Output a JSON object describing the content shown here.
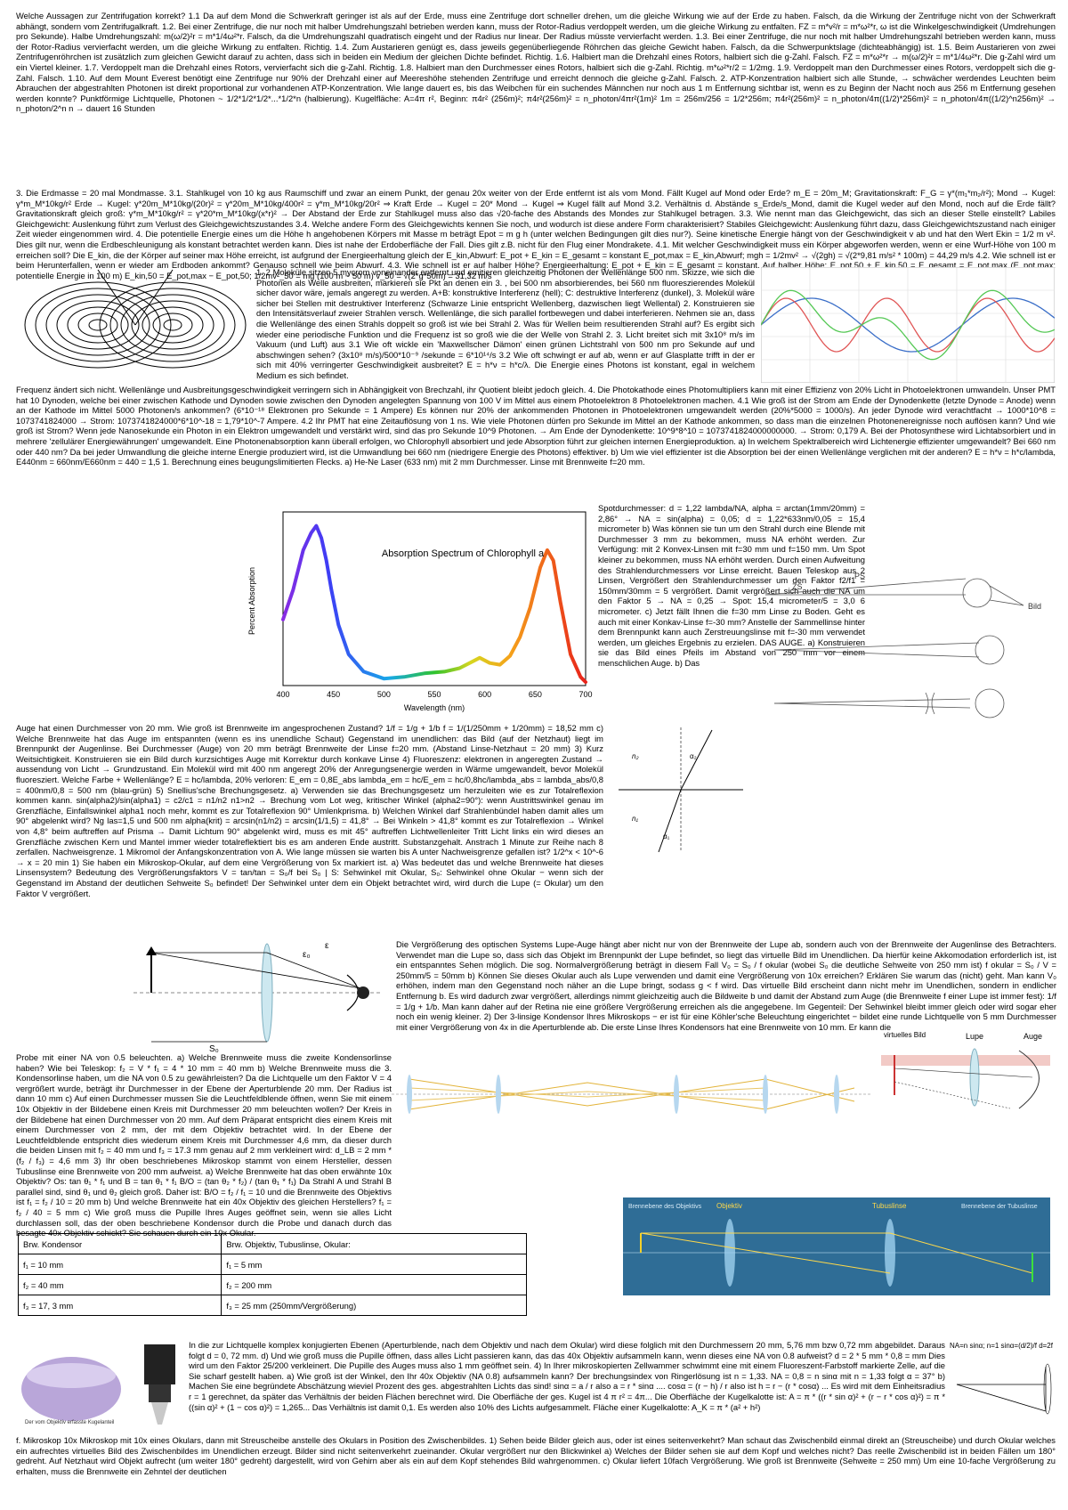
{
  "blocks": {
    "b1": "Welche Aussagen zur Zentrifugation korrekt? 1.1 Da auf dem Mond die Schwerkraft geringer ist als auf der Erde, muss eine Zentrifuge dort schneller drehen, um die gleiche Wirkung wie auf der Erde zu haben. Falsch, da die Wirkung der Zentrifuge nicht von der Schwerkraft abhängt, sondern vom Zentrifugalkraft. 1.2. Bei einer Zentrifuge, die nur noch mit halber Umdrehungszahl betrieben werden kann, muss der Rotor-Radius verdoppelt werden, um die gleiche Wirkung zu entfalten. FZ = m*v²/r = m*ω²*r, ω ist die Winkelgeschwindigkeit (Umdrehungen pro Sekunde). Halbe Umdrehungszahl: m(ω/2)²r = m*1/4ω²*r. Falsch, da die Umdrehungszahl quadratisch eingeht und der Radius nur linear. Der Radius müsste vervierfacht werden. 1.3. Bei einer Zentrifuge, die nur noch mit halber Umdrehungszahl betrieben werden kann, muss der Rotor-Radius vervierfacht werden, um die gleiche Wirkung zu entfalten. Richtig. 1.4. Zum Austarieren genügt es, dass jeweils gegenüberliegende Röhrchen das gleiche Gewicht haben. Falsch, da die Schwerpunktslage (dichteabhängig) ist. 1.5. Beim Austarieren von zwei Zentrifugenröhrchen ist zusätzlich zum gleichen Gewicht darauf zu achten, dass sich in beiden ein Medium der gleichen Dichte befindet. Richtig. 1.6. Halbiert man die Drehzahl eines Rotors, halbiert sich die g-Zahl. Falsch. FZ = m*ω²*r → m(ω/2)²r = m*1/4ω²*r. Die g-Zahl wird um ein Viertel kleiner. 1.7. Verdoppelt man die Drehzahl eines Rotors, vervierfacht sich die g-Zahl. Richtig. 1.8. Halbiert man den Durchmesser eines Rotors, halbiert sich die g-Zahl. Richtig. m*ω²*r/2 = 1/2mg. 1.9. Verdoppelt man den Durchmesser eines Rotors, verdoppelt sich die g-Zahl. Falsch. 1.10. Auf dem Mount Everest benötigt eine Zentrifuge nur 90% der Drehzahl einer auf Meereshöhe stehenden Zentrifuge und erreicht dennoch die gleiche g-Zahl. Falsch. 2. ATP-Konzentration halbiert sich alle Stunde, → schwächer werdendes Leuchten beim Abrauchen der abgestrahlten Photonen ist direkt proportional zur vorhandenen ATP-Konzentration. Wie lange dauert es, bis das Weibchen für ein suchendes Männchen nur noch aus 1 m Entfernung sichtbar ist, wenn es zu Beginn der Nacht noch aus 256 m Entfernung gesehen werden konnte? Punktförmige Lichtquelle, Photonen ~ 1/2*1/2*1/2*...*1/2*n (halbierung). Kugelfläche: A=4π r², Beginn: π4r² (256m)²; π4r²(256m)² = n_photon/4πr²(1m)² 1m = 256m/256 = 1/2*256m; π4r²(256m)² = n_photon/4π((1/2)*256m)² = n_photon/4π((1/2)^n256m)² → n_photon/2^n n → dauert 16 Stunden",
    "b2": "3. Die Erdmasse = 20 mal Mondmasse. 3.1. Stahlkugel von 10 kg aus Raumschiff und zwar an einem Punkt, der genau 20x weiter von der Erde entfernt ist als vom Mond. Fällt Kugel auf Mond oder Erde? m_E = 20m_M; Gravitationskraft: F_G = γ*(m₁*m₂/r²); Mond → Kugel: γ*m_M*10kg/r² Erde → Kugel: γ*20m_M*10kg/(20r)² = γ*20m_M*10kg/400r² = γ*m_M*10kg/20r² ⇒ Kraft Erde → Kugel = 20* Mond → Kugel ⇒ Kugel fällt auf Mond 3.2. Verhältnis d. Abstände s_Erde/s_Mond, damit die Kugel weder auf den Mond, noch auf die Erde fällt? Gravitationskraft gleich groß: γ*m_M*10kg/r² = γ*20*m_M*10kg/(x*r)² → Der Abstand der Erde zur Stahlkugel muss also das √20-fache des Abstands des Mondes zur Stahlkugel betragen. 3.3. Wie nennt man das Gleichgewicht, das sich an dieser Stelle einstellt? Labiles Gleichgewicht: Auslenkung führt zum Verlust des Gleichgewichtszustandes 3.4. Welche andere Form des Gleichgewichts kennen Sie noch, und wodurch ist diese andere Form charakterisiert? Stabiles Gleichgewicht: Auslenkung führt dazu, dass Gleichgewichtszustand nach einiger Zeit wieder eingenommen wird. 4. Die potentielle Energie eines um die Höhe h angehobenen Körpers mit Masse m beträgt Epot = m g h (unter welchen Bedingungen gilt dies nur?). Seine kinetische Energie hängt von der Geschwindigkeit v ab und hat den Wert Ekin = 1/2 m v². Dies gilt nur, wenn die Erdbeschleunigung als konstant betrachtet werden kann. Dies ist nahe der Erdoberfläche der Fall. Dies gilt z.B. nicht für den Flug einer Mondrakete. 4.1. Mit welcher Geschwindigkeit muss ein Körper abgeworfen werden, wenn er eine Wurf-Höhe von 100 m erreichen soll? Die E_kin, die der Körper auf seiner max Höhe erreicht, ist aufgrund der Energieerhaltung gleich der E_kin,Abwurf: E_pot + E_kin = E_gesamt = konstant E_pot,max = E_kin,Abwurf; mgh = 1/2mv² → √(2gh) = √(2*9,81 m/s² * 100m) = 44,29 m/s 4.2. Wie schnell ist er beim Herunterfallen, wenn er wieder am Erdboden ankommt? Genauso schnell wie beim Abwurf. 4.3. Wie schnell ist er auf halber Höhe? Energieerhaltung: E_pot + E_kin = E_gesamt = konstant. Auf halber Höhe: E_pot,50 + E_kin,50 = E_gesamt = E_pot,max (E_pot,max: potentielle Energie in 100 m) E_kin,50 = E_pot,max − E_pot,50; 1/2mv²_50 = mg (100 m − 50 m) v_50 = √(2*g*50m) = 31,32 m/s",
    "b3": "1. 2 Moleküle sitzen 5 mycrom voneinander entfernt und emitieren gleichzeitig Photonen der Wellenlänge 500 nm. Skizze, wie sich die Photonen als Welle ausbreiten, markieren sie Pkt an denen ein 3. , bei 500 nm absorbierendes, bei 560 nm fluoreszierendes Molekül sicher davor wäre, jemals angeregt zu werden. A+B: konstruktive Interferenz (hell); C: destruktive Interferenz (dunkel), 3. Molekül wäre sicher bei Stellen mit destruktiver Interferenz (Schwarze Linie entspricht Wellenberg, dazwischen liegt Wellental) 2. Konstruieren sie den Intensitätsverlauf zweier Strahlen versch. Wellenlänge, die sich parallel fortbewegen und dabei interferieren. Nehmen sie an, dass die Wellenlänge des einen Strahls doppelt so groß ist wie bei Strahl 2. Was für Wellen beim resultierenden Strahl auf? Es ergibt sich wieder eine periodische Funktion und die Frequenz ist so groß wie die der Welle von Strahl 2. 3. Licht breitet sich mit 3x10⁸ m/s im Vakuum (und Luft) aus 3.1 Wie oft wickle ein 'Maxwellscher Dämon' einen grünen Lichtstrahl von 500 nm pro Sekunde auf und abschwingen sehen? (3x10⁸ m/s)/500*10⁻⁹ /sekunde = 6*10¹⁴/s 3.2 Wie oft schwingt er auf ab, wenn er auf Glasplatte trifft in der er sich mit 40% verringerter Geschwindigkeit ausbreitet? E = h*ν = h*c/λ. Die Energie eines Photons ist konstant, egal in welchem Medium es sich befindet.",
    "b4": "Frequenz ändert sich nicht. Wellenlänge und Ausbreitungsgeschwindigkeit verringern sich in Abhängigkeit von Brechzahl, ihr Quotient bleibt jedoch gleich. 4. Die Photokathode eines Photomultipliers kann mit einer Effizienz von 20% Licht in Photoelektronen umwandeln. Unser PMT hat 10 Dynoden, welche bei einer zwischen Kathode und Dynoden sowie zwischen den Dynoden angelegten Spannung von 100 V im Mittel aus einem Photoelektron 8 Photoelektronen machen. 4.1 Wie groß ist der Strom am Ende der Dynodenkette (letzte Dynode = Anode) wenn an der Kathode im Mittel 5000 Photonen/s ankommen? (6*10⁻¹⁸ Elektronen pro Sekunde = 1 Ampere) Es können nur 20% der ankommenden Photonen in Photoelektronen umgewandelt werden (20%*5000 = 1000/s). An jeder Dynode wird verachtfacht → 1000*10^8 = 1073741824000 → Strom: 1073741824000*6*10^-18 = 1,79*10^-7 Ampere. 4.2 Ihr PMT hat eine Zeitauflösung von 1 ns. Wie viele Photonen dürfen pro Sekunde im Mittel an der Kathode ankommen, so dass man die einzelnen Photonenereignisse noch auflösen kann? Und wie groß ist Strom? Wenn jede Nanosekunde ein Photon in ein Elektron umgewandelt und verstärkt wird, sind das pro Sekunde 10^9 Photonen. → Am Ende der Dynodenkette: 10^9*8^10 = 1073741824000000000. → Strom: 0,179 A. Bei der Photosynthese wird Lichtabsorbiert und in mehrere 'zellulärer Energiewährungen' umgewandelt. Eine Photonenabsorption kann überall erfolgen, wo Chlorophyll absorbiert und jede Absorption führt zur gleichen internen Energieproduktion. a) In welchem Spektralbereich wird Lichtenergie effizienter umgewandelt? Bei 660 nm oder 440 nm? Da bei jeder Umwandlung die gleiche interne Energie produziert wird, ist die Umwandlung bei 660 nm (niedrigere Energie des Photons) effektiver. b) Um wie viel effizienter ist die Absorption bei der einen Wellenlänge verglichen mit der anderen? E = h*ν = h*c/lambda, E440nm = 660nm/E660nm = 440 = 1,5 1. Berechnung eines beugungslimitierten Flecks. a) He-Ne Laser (633 nm) mit 2 mm Durchmesser. Linse mit Brennweite f=20 mm.",
    "b5": "Spotdurchmesser: d = 1,22 lambda/NA, alpha = arctan(1mm/20mm) = 2,86° → NA = sin(alpha) = 0,05; d = 1,22*633nm/0,05 = 15,4 micrometer b) Was können sie tun um den Strahl durch eine Blende mit Durchmesser 3 mm zu bekommen, muss NA erhöht werden. Zur Verfügung: mit 2 Konvex-Linsen mit f=30 mm und f=150 mm. Um Spot kleiner zu bekommen, muss NA erhöht werden. Durch einen Aufweitung des Strahlendurchmessers vor Linse erreicht. Bauen Teleskop aus 2 Linsen, Vergrößert den Strahlendurchmesser um den Faktor f2/f1 = 150mm/30mm = 5 vergrößert. Damit vergrößert sich auch die NA um den Faktor 5 → NA = 0,25 → Spot: 15,4 micrometer/5 = 3,0 6 micrometer. c) Jetzt fällt Ihnen die f=30 mm Linse zu Boden. Geht es auch mit einer Konkav-Linse f=-30 mm? Anstelle der Sammellinse hinter dem Brennpunkt kann auch Zerstreuungslinse mit f=-30 mm verwendet werden, um gleiches Ergebnis zu erzielen. DAS AUGE. a) Konstruieren sie das Bild eines Pfeils im Abstand von 250 mm vor einem menschlichen Auge. b) Das",
    "b6": "Auge hat einen Durchmesser von 20 mm. Wie groß ist Brennweite im angesprochenen Zustand? 1/f = 1/g + 1/b f = 1/(1/250mm + 1/20mm) = 18,52 mm c) Welche Brennweite hat das Auge im entspannten (wenn es ins unendliche Schaut) Gegenstand im unendlichen: das Bild (auf der Netzhaut) liegt im Brennpunkt der Augenlinse. Bei Durchmesser (Auge) von 20 mm beträgt Brennweite der Linse f=20 mm. (Abstand Linse-Netzhaut = 20 mm) 3) Kurz Weitsichtigkeit. Konstruieren sie ein Bild durch kurzsichtiges Auge mit Korrektur durch konkave Linse 4) Fluoreszenz: elektronen in angeregten Zustand → aussendung von Licht → Grundzustand. Ein Molekül wird mit 400 nm angeregt 20% der Anregungsenergie werden in Wärme umgewandelt, bevor Molekül fluoresziert. Welche Farbe + Wellenlänge? E = hc/lambda, 20% verloren: E_em = 0,8E_abs lambda_em = hc/E_em = hc/0,8hc/lambda_abs = lambda_abs/0,8 = 400nm/0,8 = 500 nm (blau-grün) 5) Snellius'sche Brechungsgesetz. a) Verwenden sie das Brechungsgesetz um herzuleiten wie es zur Totalreflexion kommen kann. sin(alpha2)/sin(alpha1) = c2/c1 = n1/n2 n1>n2 → Brechung vom Lot weg, kritischer Winkel (alpha2=90°): wenn Austrittswinkel genau im Grenzfläche, Einfallswinkel alpha1 noch mehr, kommt es zur Totalreflexion 90° Umlenkprisma. b) Welchen Winkel darf Strahlenbündel haben damit alles um 90° abgelenkt wird? Ng las=1,5 und 500 nm alpha(krit) = arcsin(n1/n2) = arcsin(1/1,5) = 41,8° → Bei Winkeln > 41,8° kommt es zur Totalreflexion → Winkel von 4,8° beim auftreffen auf Prisma → Damit Lichtum 90° abgelenkt wird, muss es mit 45° auftreffen Lichtwellenleiter Tritt Licht links ein wird dieses an Grenzfläche zwischen Kern und Mantel immer wieder totalreflektiert bis es am anderen Ende austritt. Substanzgehalt. Anstrach 1 Minute zur Reihe nach 8 zerfallen. Nachweisgrenze. 1 Mikromol der Anfangskonzentration von A. Wie lange müssen sie warten bis A unter Nachweisgrenze gefallen ist? 1/2^x < 10^-6 → x = 20 min 1) Sie haben ein Mikroskop-Okular, auf dem eine Vergrößerung von 5x markiert ist. a) Was bedeutet das und welche Brennweite hat dieses Linsensystem? Bedeutung des Vergrößerungsfaktors V = tan/tan = S₀/f bei S₀ | S: Sehwinkel mit Okular, S₀: Sehwinkel ohne Okular − wenn sich der Gegenstand im Abstand der deutlichen Sehweite S₀ befindet! Der Sehwinkel unter dem ein Objekt betrachtet wird, wird durch die Lupe (= Okular) um den Faktor V vergrößert.",
    "b7": "Die Vergrößerung des optischen Systems Lupe-Auge hängt aber nicht nur von der Brennweite der Lupe ab, sondern auch von der Brennweite der Augenlinse des Betrachters. Verwendet man die Lupe so, dass sich das Objekt im Brennpunkt der Lupe befindet, so liegt das virtuelle Bild im Unendlichen. Da hierfür keine Akkomodation erforderlich ist, ist ein entspanntes Sehen möglich. Die sog. Normalvergrößerung beträgt in diesem Fall V₀ = S₀ / f okular (wobei S₀ die deutliche Sehweite von 250 mm ist) f okular = S₀ / V = 250mm/5 = 50mm b) Können Sie dieses Okular auch als Lupe verwenden und damit eine Vergrößerung von 10x erreichen? Erklären Sie warum das (nicht) geht. Man kann V₀ erhöhen, indem man den Gegenstand noch näher an die Lupe bringt, sodass g < f wird. Das virtuelle Bild erscheint dann nicht mehr im Unendlichen, sondern in endlicher Entfernung b. Es wird dadurch zwar vergrößert, allerdings nimmt gleichzeitig auch die Bildweite b und damit der Abstand zum Auge (die Brennweite f einer Lupe ist immer fest): 1/f = 1/g + 1/b. Man kann daher auf der Retina nie eine größere Vergrößerung erreichen als die angegebene. Im Gegenteil: Der Sehwinkel bleibt immer gleich oder wird sogar eher noch ein wenig kleiner. 2) Der 3-linsige Kondensor Ihres Mikroskops − er ist für eine Köhler'sche Beleuchtung eingerichtet − bildet eine runde Lichtquelle von 5 mm Durchmesser mit einer Vergrößerung von 4x in die Aperturblende ab. Die erste Linse Ihres Kondensors hat eine Brennweite von 10 mm. Er kann die",
    "b8": "Probe mit einer NA von 0.5 beleuchten. a) Welche Brennweite muss die zweite Kondensorlinse haben? Wie bei Teleskop: f₂ = V * f₁ = 4 * 10 mm = 40 mm b) Welche Brennweite muss die 3. Kondensorlinse haben, um die NA von 0.5 zu gewährleisten? Da die Lichtquelle um den Faktor V = 4 vergrößert wurde, beträgt ihr Durchmesser in der Ebene der Aperturblende 20 mm. Der Radius ist dann 10 mm c) Auf einen Durchmesser mussen Sie die Leuchtfeldblende öffnen, wenn Sie mit einem 10x Objektiv in der Bildebene einen Kreis mit Durchmesser 20 mm beleuchten wollen? Der Kreis in der Bildebene hat einen Durchmesser von 20 mm. Auf dem Präparat entspricht dies einem Kreis mit einem Durchmesser von 2 mm, der mit dem Objektiv betrachtet wird. In der Ebene der Leuchtfeldblende entspricht dies wiederum einem Kreis mit Durchmesser 4,6 mm, da dieser durch die beiden Linsen mit f₂ = 40 mm und f₃ = 17.3 mm genau auf 2 mm verkleinert wird: d_LB = 2 mm * (f₂ / f₃) = 4,6 mm 3) Ihr oben beschriebenes Mikroskop stammt von einem Hersteller, dessen Tubuslinse eine Brennweite von 200 mm aufweist. a) Welche Brennweite hat das oben erwähnte 10x Objektiv? Os: tan θ₁ * f₁ und B = tan θ₁ * f₁ B/O = (tan θ₂ * f₂) / (tan θ₁ * f₁) Da Strahl A und Strahl B parallel sind, sind θ₁ und θ₂ gleich groß. Daher ist: B/O = f₂ / f₁ = 10 und die Brennweite des Objektivs ist f₁ = f₂ / 10 = 20 mm b) Und welche Brennweite hat ein 40x Objektiv des gleichen Herstellers? f₁ = f₂ / 40 = 5 mm c) Wie groß muss die Pupille Ihres Auges geöffnet sein, wenn sie alles Licht durchlassen soll, das der oben beschriebene Kondensor durch die Probe und danach durch das besagte 40x Objektiv schickt? Sie schauen durch ein 10x Okular.",
    "b9": "In die zur Lichtquelle komplex konjugierten Ebenen (Aperturblende, nach dem Objektiv und nach dem Okular) wird diese folglich mit den Durchmessern 20 mm, 5,76 mm bzw 0,72 mm abgebildet. Daraus folgt d = 0, 72 mm. d) Und wie groß muss die Pupille öffnen, dass alles Licht passieren kann, das das 40x Objektiv aufsammeln kann, wenn dieses eine NA von 0.8 aufweist? d = 2 * 5 mm * 0,8 = mm Dies wird um den Faktor 25/200 verkleinert. Die Pupille des Auges muss also 1 mm geöffnet sein. 4) In Ihrer mikroskopierten Zellwammer schwimmt eine mit einem Fluoreszent-Farbstoff markierte Zelle, auf die Sie scharf gestellt haben. a) Wie groß ist der Winkel, den Ihr 40x Objektiv (NA 0.8) aufsammeln kann? Der brechungsindex von Ringerlösung ist n = 1,33. NA = 0,8 = n sinα mit n = 1,33 folgt α = 37° b) Machen Sie eine begründete Abschätzung wieviel Prozent des ges. abgestrahlten Lichts das sind! sinα = a / r also a = r * sinα .... cosα = (r − h) / r also ist h = r − (r * cosα) ... Es wird mit dem Einheitsradius r = 1 gerechnet, da später das Verhältnis der beiden Flächen berechnet wird. Die Oberfläche der ges. Kugel ist 4 π r² = 4π... Die Oberfläche der Kugelkalotte ist: A = π * ((r * sin α)² + (r − r * cos α)²) = π * ((sin α)² + (1 − cos α)²) = 1,265... Das Verhältnis ist damit 0,1. Es werden also 10% des Lichts aufgesammelt. Fläche einer Kugelkalotte: A_K = π * (a² + h²)",
    "b10": "f. Mikroskop 10x Mikroskop mit 10x eines Okulars, dann mit Streuscheibe anstelle des Okulars in Position des Zwischenbildes. 1) Sehen beide Bilder gleich aus, oder ist eines seitenverkehrt? Man schaut das Zwischenbild einmal direkt an (Streuscheibe) und durch Okular welches ein aufrechtes virtuelles Bild des Zwischenbildes im Unendlichen erzeugt. Bilder sind nicht seitenverkehrt zueinander. Okular vergrößert nur den Blickwinkel a) Welches der Bilder sehen sie auf dem Kopf und welches nicht? Das reelle Zwischenbild ist in beiden Fällen um 180° gedreht. Auf Netzhaut wird Objekt aufrecht (um weiter 180° gedreht) dargestellt, wird von Gehirn aber als ein auf dem Kopf stehendes Bild wahrgenommen. c) Okular liefert 10fach Vergrößerung. Wie groß ist Brennweite (Sehweite = 250 mm) Um eine 10-fache Vergrößerung zu erhalten, muss die Brennweite ein Zehntel der deutlichen"
  },
  "absorption_chart": {
    "title": "Absorption Spectrum of Chlorophyll a",
    "ylabel": "Percent Absorption",
    "xlabel": "Wavelength (nm)",
    "x_ticks": [
      "400",
      "450",
      "500",
      "550",
      "600",
      "650",
      "700"
    ]
  },
  "table": {
    "headers": [
      "Brw. Kondensor",
      "Brw. Objektiv, Tubuslinse, Okular:"
    ],
    "rows": [
      [
        "f₁ = 10 mm",
        "f₁ = 5 mm"
      ],
      [
        "f₂ = 40 mm",
        "f₂ = 200 mm"
      ],
      [
        "f₃ = 17, 3 mm",
        "f₃ = 25 mm (250mm/Vergrößerung)"
      ]
    ]
  },
  "diagram_labels": {
    "lens_top": "PS",
    "lens_mid": "ZS",
    "lens_bild": "Bild",
    "lupe_virtual": "virtuelles Bild",
    "lupe": "Lupe",
    "auge": "Auge",
    "telescope_left": "Brennebene des Objektivs",
    "telescope_obj": "Objektiv",
    "telescope_tub": "Tubuslinse",
    "telescope_right": "Brennebene der Tubuslinse",
    "na_formula": "NA=n sinα; n=1 sinα=(d/2)/f d=2f NA",
    "kugel_caption": "Der vom Objektiv erfasste Kugelanteil",
    "eps0": "ε₀",
    "eps": "ε",
    "s0": "S₀"
  }
}
